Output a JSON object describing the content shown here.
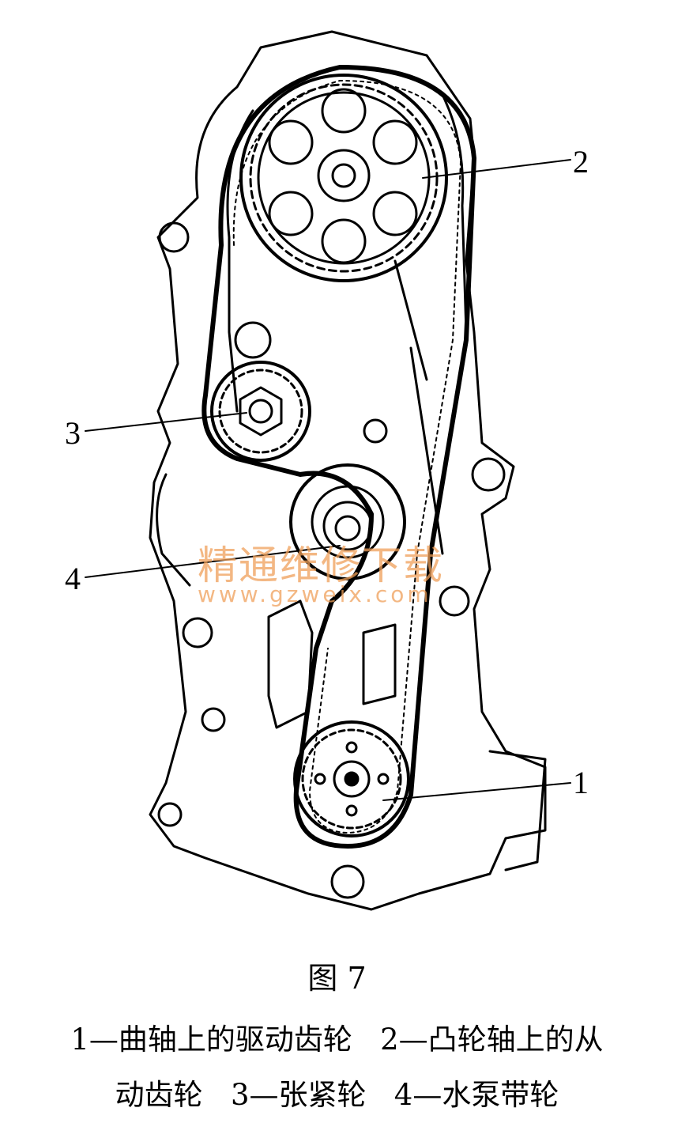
{
  "diagram": {
    "callouts": [
      {
        "key": "c1",
        "label": "1"
      },
      {
        "key": "c2",
        "label": "2"
      },
      {
        "key": "c3",
        "label": "3"
      },
      {
        "key": "c4",
        "label": "4"
      }
    ],
    "watermark": {
      "text": "精通维修下载",
      "url": "www.gzweix.com"
    }
  },
  "figure": {
    "title": "图 7",
    "caption_line1": "1—曲轴上的驱动齿轮   2—凸轮轴上的从",
    "caption_line2": "动齿轮   3—张紧轮   4—水泵带轮"
  }
}
